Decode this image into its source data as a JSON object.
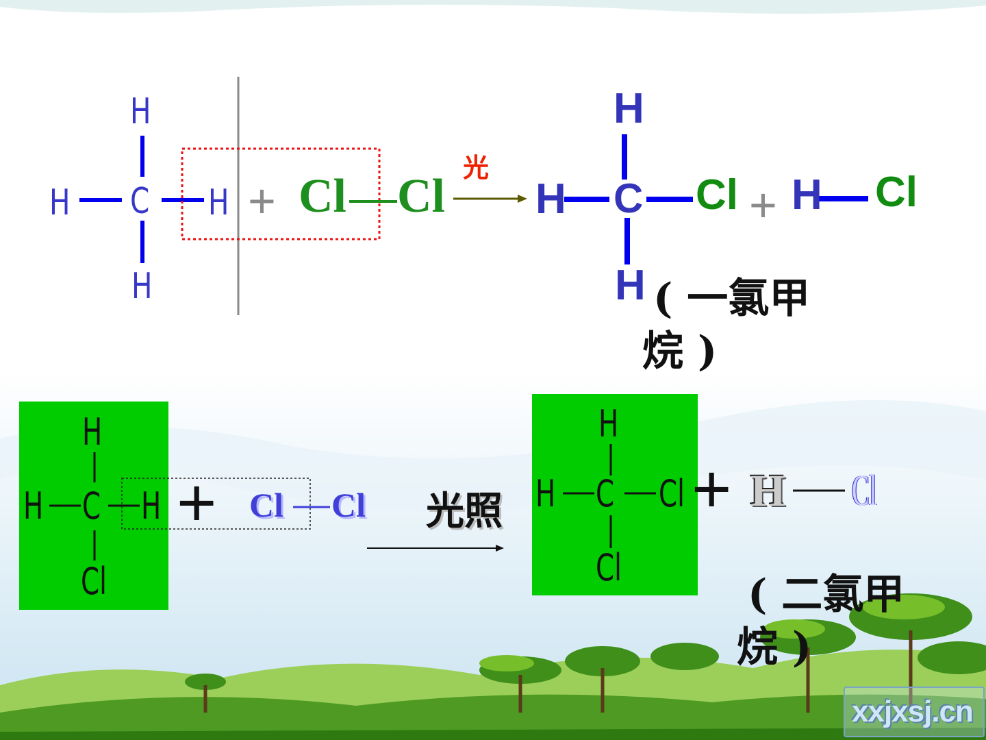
{
  "reaction1": {
    "reactant_methane": {
      "top": "H",
      "left": "H",
      "center": "C",
      "right": "H",
      "bottom": "H"
    },
    "plus": "+",
    "chlorine": {
      "left": "Cl",
      "right": "Cl"
    },
    "condition": "光",
    "product": {
      "top": "H",
      "left": "H",
      "center": "C",
      "right": "Cl",
      "bottom": "H"
    },
    "plus2": "+",
    "hcl": {
      "h": "H",
      "cl": "Cl"
    },
    "product_name_line1": "( 一氯甲",
    "product_name_line2": "烷 )"
  },
  "reaction2": {
    "reactant": {
      "top": "H",
      "left": "H",
      "center": "C",
      "right": "H",
      "bottom": "Cl"
    },
    "plus": "+",
    "chlorine": {
      "left": "Cl",
      "right": "Cl"
    },
    "condition": "光照",
    "product": {
      "top": "H",
      "left": "H",
      "center": "C",
      "right": "Cl",
      "bottom": "Cl"
    },
    "plus2": "+",
    "hcl": {
      "h": "H",
      "cl": "Cl"
    },
    "product_name_line1": "( 二氯甲",
    "product_name_line2": "烷 )"
  },
  "watermark": "xxjxsj.cn",
  "colors": {
    "bond_blue": "#0000ee",
    "box_green": "#00cc00",
    "arrow_olive": "#5a5a00",
    "dotted_red": "#ee1111"
  }
}
